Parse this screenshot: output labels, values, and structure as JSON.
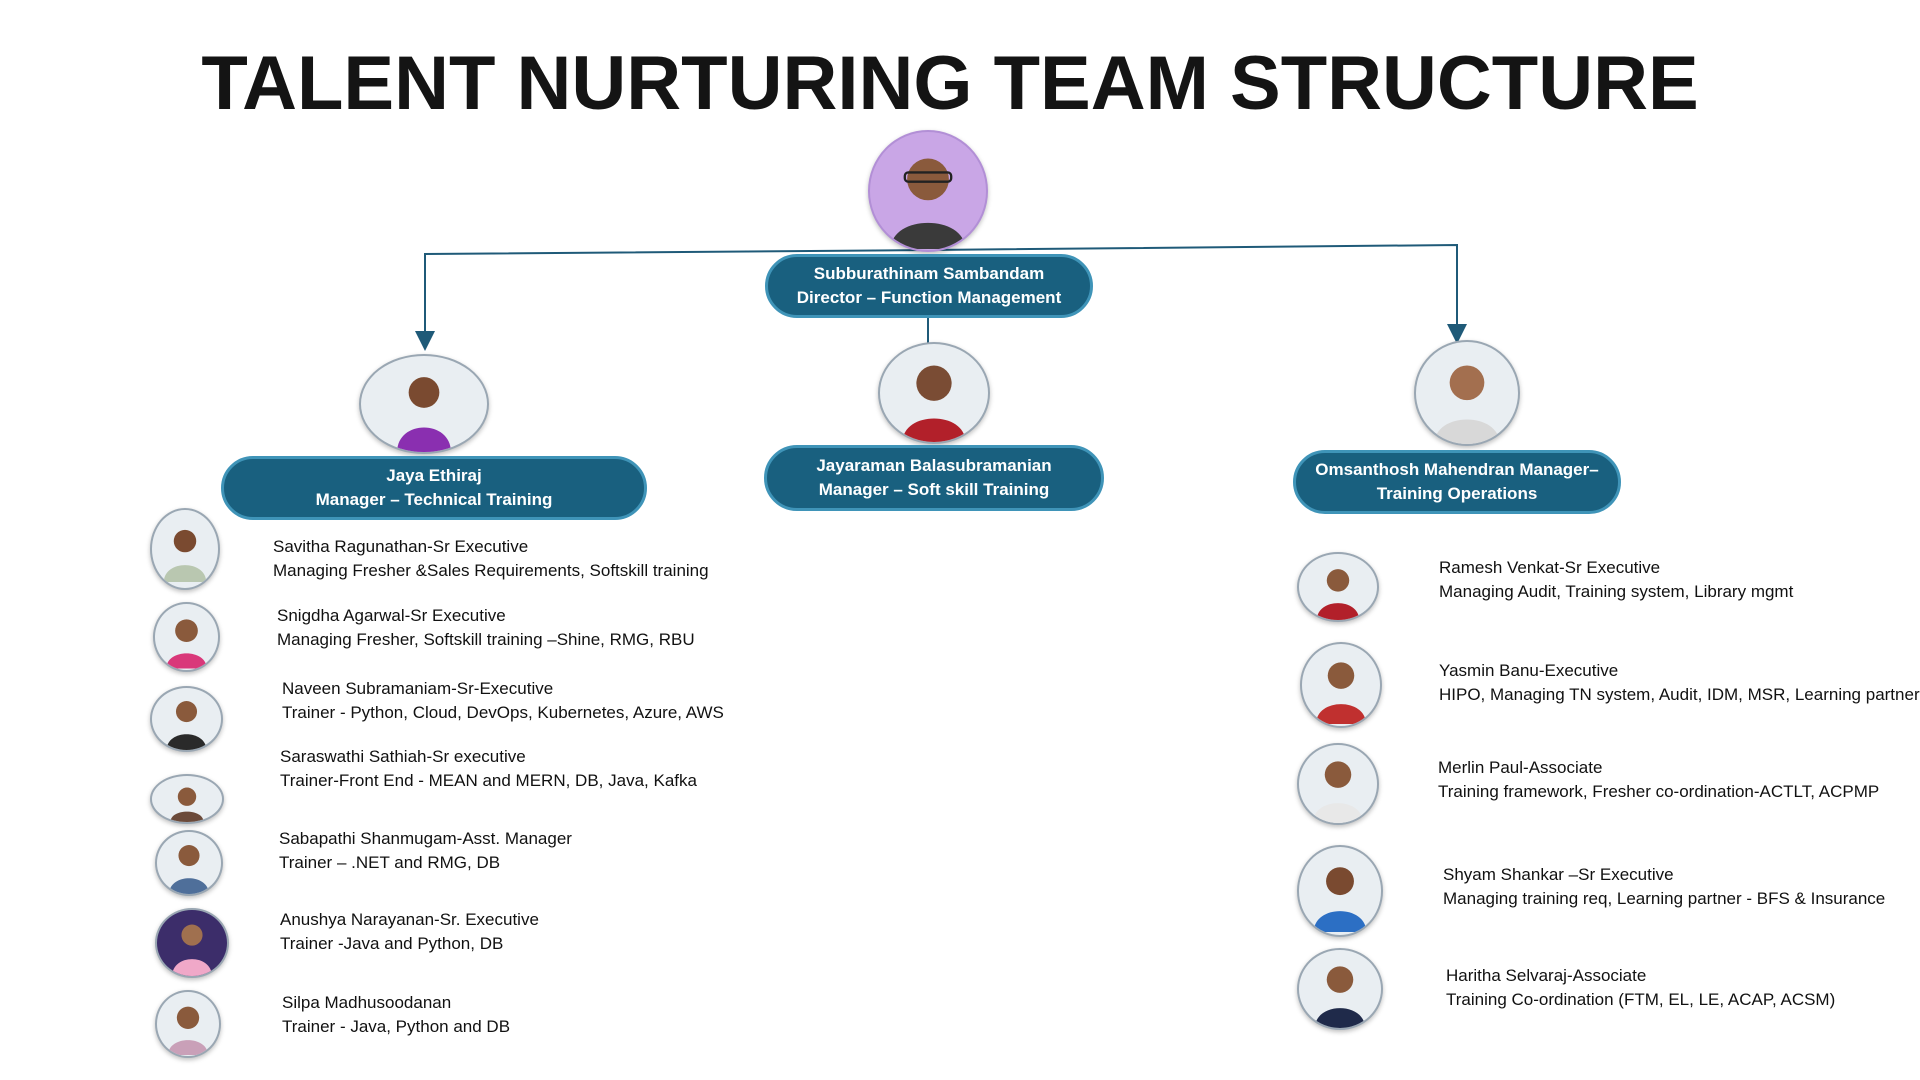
{
  "title": "TALENT NURTURING TEAM STRUCTURE",
  "colors": {
    "pill_fill": "#19607f",
    "pill_border": "#3f94b8",
    "connector": "#1f5a78"
  },
  "director": {
    "name": "Subburathinam Sambandam",
    "role": "Director – Function Management"
  },
  "managers": [
    {
      "name": "Jaya Ethiraj",
      "role": "Manager – Technical Training"
    },
    {
      "name": "Jayaraman Balasubramanian",
      "role": "Manager – Soft skill Training"
    },
    {
      "name": "Omsanthosh Mahendran   Manager–",
      "role": "Training Operations"
    }
  ],
  "left_team": [
    {
      "name": "Savitha Ragunathan-Sr Executive",
      "role": "Managing Fresher &Sales Requirements, Softskill training"
    },
    {
      "name": "Snigdha Agarwal-Sr Executive",
      "role": "Managing Fresher, Softskill training –Shine, RMG, RBU"
    },
    {
      "name": "Naveen Subramaniam-Sr-Executive",
      "role": "Trainer - Python, Cloud, DevOps, Kubernetes, Azure, AWS"
    },
    {
      "name": "Saraswathi Sathiah-Sr executive",
      "role": "Trainer-Front End - MEAN and MERN, DB, Java, Kafka"
    },
    {
      "name": "Sabapathi Shanmugam-Asst. Manager",
      "role": "Trainer – .NET and RMG, DB"
    },
    {
      "name": "Anushya Narayanan-Sr. Executive",
      "role": "Trainer -Java and Python, DB"
    },
    {
      "name": "Silpa Madhusoodanan",
      "role": "Trainer - Java, Python and DB"
    }
  ],
  "right_team": [
    {
      "name": "Ramesh Venkat-Sr Executive",
      "role": "Managing Audit, Training system, Library mgmt"
    },
    {
      "name": "Yasmin Banu-Executive",
      "role": "HIPO, Managing TN system, Audit, IDM, MSR, Learning partner"
    },
    {
      "name": "Merlin Paul-Associate",
      "role": "Training framework, Fresher co-ordination-ACTLT, ACPMP"
    },
    {
      "name": "Shyam Shankar –Sr Executive",
      "role": "Managing training req, Learning partner - BFS & Insurance"
    },
    {
      "name": "Haritha Selvaraj-Associate",
      "role": "Training Co-ordination (FTM, EL, LE, ACAP, ACSM)"
    }
  ]
}
